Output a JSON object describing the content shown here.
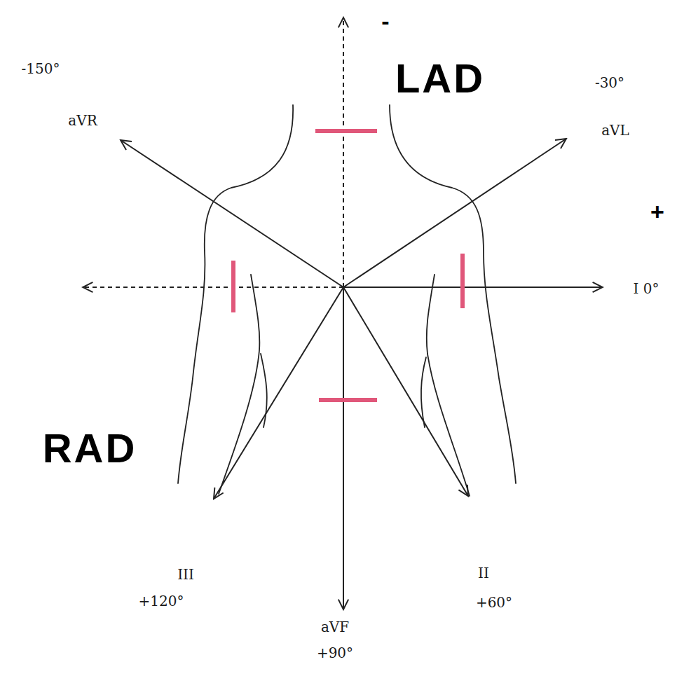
{
  "diagram": {
    "labels": [
      "-",
      "-150°",
      "LAD",
      "-30°",
      "aVR",
      "aVL",
      "+",
      "I 0°",
      "RAD",
      "III",
      "II",
      "+120°",
      "aVF",
      "+60°",
      "+90°"
    ]
  }
}
